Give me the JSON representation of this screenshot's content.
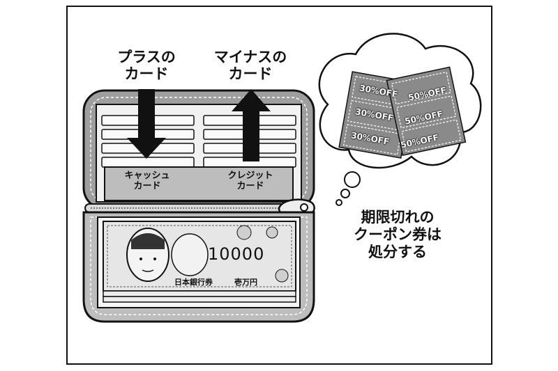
{
  "labels": {
    "plus_card": [
      "プラスの",
      "カード"
    ],
    "minus_card": [
      "マイナスの",
      "カード"
    ],
    "cash_card": [
      "キャッシュ",
      "カード"
    ],
    "credit_card": [
      "クレジット",
      "カード"
    ],
    "expired_coupons": [
      "期限切れの",
      "クーポン券は",
      "処分する"
    ]
  },
  "coupons": {
    "left": [
      "30%OFF",
      "30%OFF",
      "30%OFF"
    ],
    "right": [
      "50%OFF",
      "50%OFF",
      "50%OFF"
    ]
  },
  "banknote": {
    "denomination": "10000",
    "issuer_text": "日本銀行券",
    "yen_text": "壱万円"
  },
  "colors": {
    "wallet_fill": "#bdbdbd",
    "note_fill": "#e6e6e6",
    "coupon_fill": "#8a8a8a",
    "outline": "#111111"
  }
}
